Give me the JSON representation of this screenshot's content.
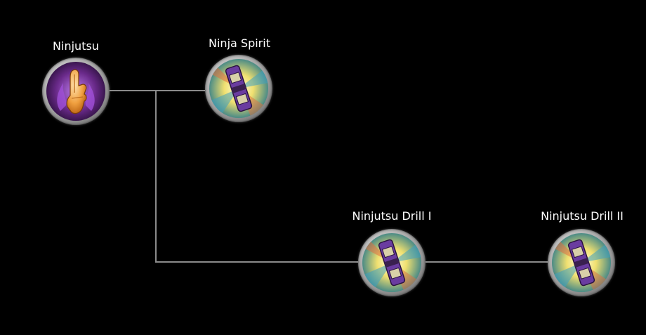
{
  "skill_tree": {
    "nodes": [
      {
        "label": "Ninjutsu",
        "icon": "hand-seal-icon",
        "color": "#6a2a8a"
      },
      {
        "label": "Ninja Spirit",
        "icon": "scroll-icon",
        "color": "#5a3c8c"
      },
      {
        "label": "Ninjutsu Drill I",
        "icon": "scroll-icon",
        "color": "#5a3c8c"
      },
      {
        "label": "Ninjutsu Drill II",
        "icon": "scroll-icon",
        "color": "#5a3c8c"
      }
    ],
    "connector_color": "#8a8a8a"
  }
}
